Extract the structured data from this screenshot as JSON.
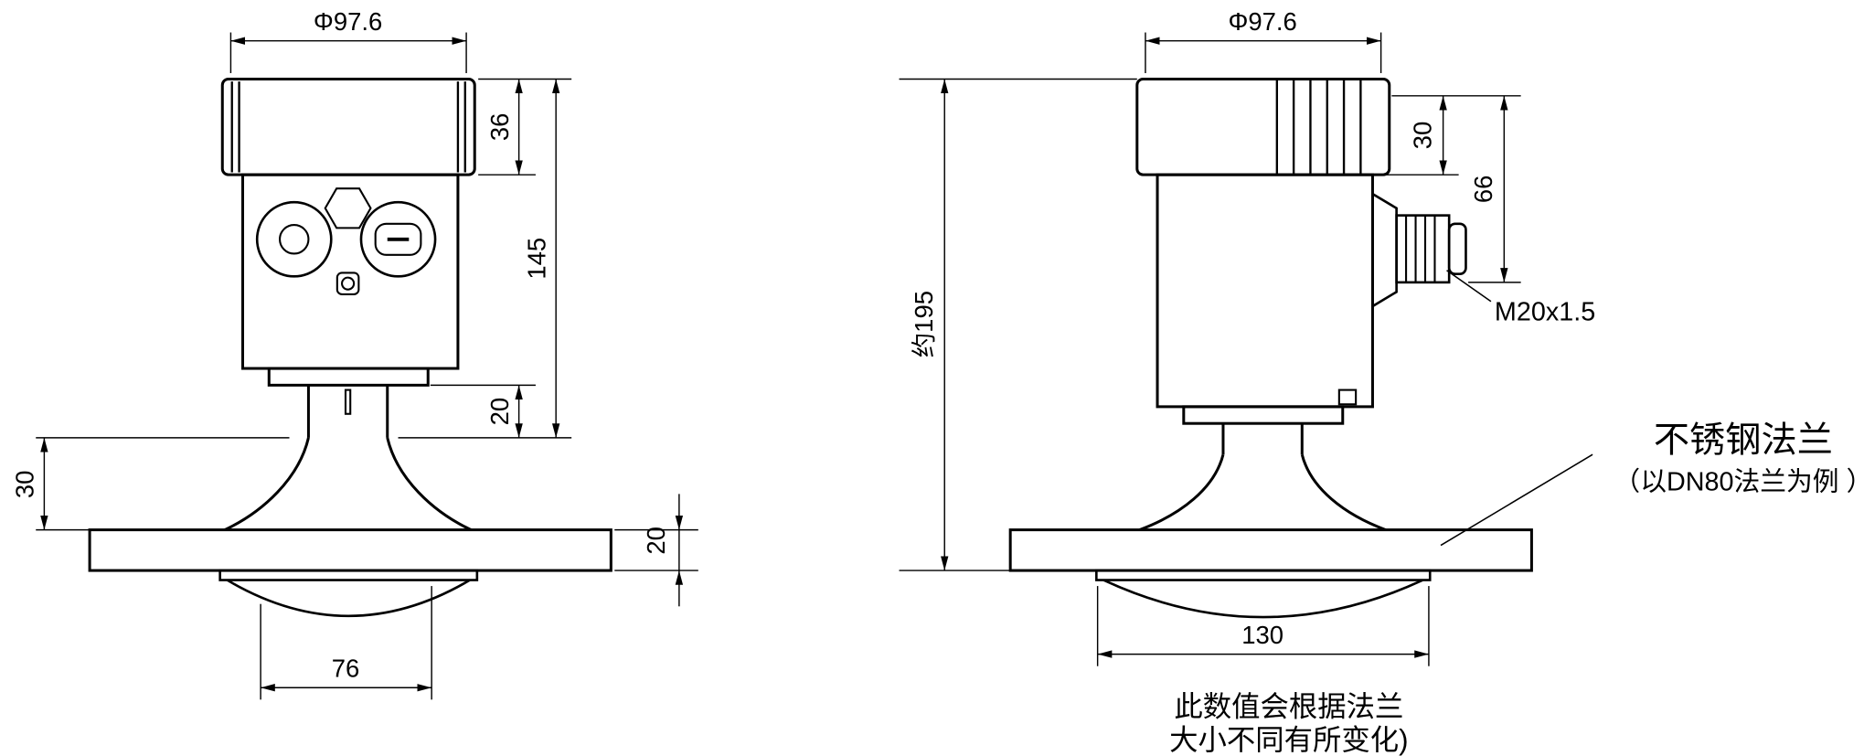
{
  "diagram": {
    "left_view": {
      "dim_width": "Φ97.6",
      "dim_cap_height": "36",
      "dim_housing_height": "145",
      "dim_neck_height": "20",
      "dim_cone_height": "30",
      "dim_flange_thickness": "20",
      "dim_antenna_diameter": "76"
    },
    "right_view": {
      "dim_width": "Φ97.6",
      "dim_total_height": "约195",
      "dim_cap_height": "30",
      "dim_gland_height": "66",
      "gland_thread_label": "M20x1.5",
      "dim_antenna_diameter": "130",
      "flange_callout_title": "不锈钢法兰",
      "flange_callout_sub": "（以DN80法兰为例 ）",
      "note_line1": "此数值会根据法兰",
      "note_line2": "大小不同有所变化)"
    }
  }
}
